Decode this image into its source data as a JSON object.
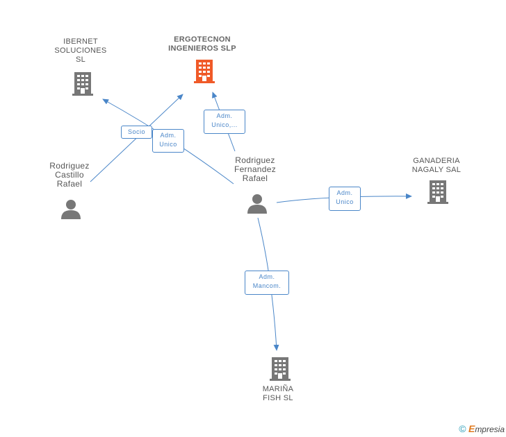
{
  "nodes": {
    "ergotecnon": {
      "label": "ERGOTECNON\nINGENIEROS SLP",
      "type": "company",
      "color": "#f05a28",
      "main": true
    },
    "ibernet": {
      "label": "IBERNET\nSOLUCIONES\nSL",
      "type": "company",
      "color": "#777777"
    },
    "ganaderia": {
      "label": "GANADERIA\nNAGALY SAL",
      "type": "company",
      "color": "#777777"
    },
    "marina": {
      "label": "MARIÑA\nFISH SL",
      "type": "company",
      "color": "#777777"
    },
    "castillo": {
      "label": "Rodriguez\nCastillo\nRafael",
      "type": "person",
      "color": "#777777"
    },
    "fernandez": {
      "label": "Rodriguez\nFernandez\nRafael",
      "type": "person",
      "color": "#777777"
    }
  },
  "edges": {
    "socio": "Socio",
    "adm_unico_castillo": "Adm.\nUnico",
    "adm_unico_ergotecnon": "Adm.\nUnico,...",
    "adm_unico_ganaderia": "Adm.\nUnico",
    "adm_mancom": "Adm.\nMancom."
  },
  "colors": {
    "edge": "#4a86c8",
    "company_icon": "#777777",
    "highlight": "#f05a28"
  },
  "footer": {
    "copyright": "©",
    "brand_initial": "E",
    "brand_rest": "mpresia"
  }
}
